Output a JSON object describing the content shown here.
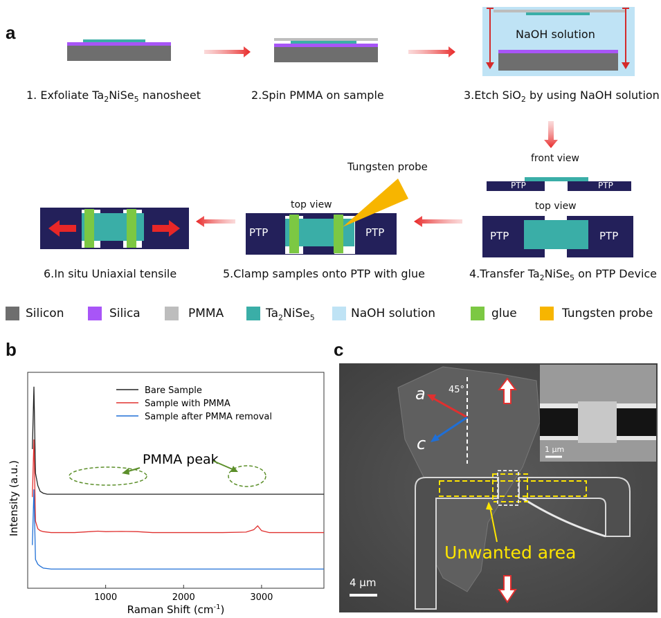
{
  "panels": {
    "a": "a",
    "b": "b",
    "c": "c"
  },
  "steps": {
    "s1": {
      "pre": "1. Exfoliate Ta",
      "sub1": "2",
      "mid": "NiSe",
      "sub2": "5",
      "post": " nanosheet"
    },
    "s2": "2.Spin PMMA on sample",
    "s3": {
      "pre": "3.Etch SiO",
      "sub": "2",
      "post": " by using NaOH solution"
    },
    "s4": {
      "pre": "4.Transfer Ta",
      "sub1": "2",
      "mid": "NiSe",
      "sub2": "5",
      "post": " on PTP Device"
    },
    "s5": "5.Clamp samples onto PTP with glue",
    "s6": "6.In situ Uniaxial tensile"
  },
  "labels": {
    "naoh_solution": "NaOH solution",
    "front_view": "front view",
    "top_view": "top view",
    "ptp": "PTP",
    "tungsten_probe": "Tungsten probe"
  },
  "legend": [
    {
      "label": "Silicon",
      "color": "#6e6e6e"
    },
    {
      "label": "Silica",
      "color": "#a855f7"
    },
    {
      "label": "PMMA",
      "color": "#bdbdbd"
    },
    {
      "label": "Ta2NiSe5",
      "color": "#3aaea7"
    },
    {
      "label": "NaOH solution",
      "color": "#bfe3f5"
    },
    {
      "label": "glue",
      "color": "#7cc843"
    },
    {
      "label": "Tungsten probe",
      "color": "#f7b500"
    }
  ],
  "chart_data": {
    "type": "line",
    "xlabel": "Raman Shift (cm",
    "xlabel_sup": "-1",
    "xlabel_close": ")",
    "ylabel": "Intensity (a.u.)",
    "xticks": [
      "1000",
      "2000",
      "3000"
    ],
    "xlim": [
      0,
      3800
    ],
    "annotation": "PMMA peak",
    "series": [
      {
        "name": "Bare Sample",
        "color": "#222222",
        "x": [
          60,
          80,
          100,
          130,
          160,
          200,
          250,
          300,
          400,
          600,
          1000,
          1500,
          2000,
          2500,
          3000,
          3500,
          3800
        ],
        "y": [
          0.8,
          1.45,
          0.55,
          0.42,
          0.36,
          0.34,
          0.33,
          0.33,
          0.33,
          0.33,
          0.33,
          0.33,
          0.33,
          0.33,
          0.33,
          0.33,
          0.33
        ]
      },
      {
        "name": "Sample with PMMA",
        "color": "#e0302f",
        "x": [
          60,
          80,
          100,
          130,
          160,
          200,
          300,
          600,
          800,
          900,
          1000,
          1200,
          1400,
          1600,
          2000,
          2500,
          2800,
          2900,
          2950,
          3000,
          3100,
          3500,
          3800
        ],
        "y": [
          0.3,
          0.9,
          0.05,
          -0.03,
          -0.05,
          -0.06,
          -0.07,
          -0.07,
          -0.06,
          -0.055,
          -0.06,
          -0.058,
          -0.06,
          -0.07,
          -0.07,
          -0.07,
          -0.065,
          -0.04,
          0.0,
          -0.05,
          -0.07,
          -0.07,
          -0.07
        ]
      },
      {
        "name": "Sample after PMMA removal",
        "color": "#1f6fd6",
        "x": [
          60,
          80,
          100,
          130,
          160,
          200,
          300,
          600,
          1000,
          2000,
          3000,
          3500,
          3800
        ],
        "y": [
          -0.2,
          0.38,
          -0.35,
          -0.4,
          -0.42,
          -0.44,
          -0.45,
          -0.45,
          -0.45,
          -0.45,
          -0.45,
          -0.45,
          -0.45
        ]
      }
    ]
  },
  "sem": {
    "axis_a": "a",
    "axis_c": "c",
    "angle": "45°",
    "inset_scale": "1 μm",
    "scale": "4 μm",
    "unwanted": "Unwanted area"
  }
}
